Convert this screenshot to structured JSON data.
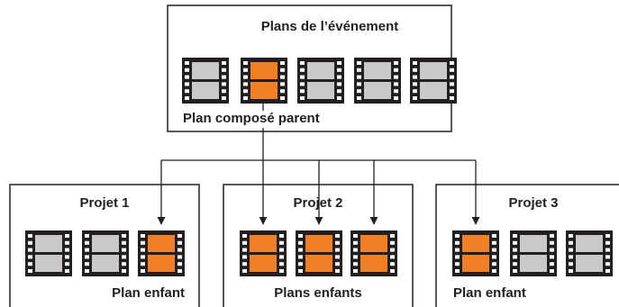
{
  "colors": {
    "frame": "#231f20",
    "clip_default": "#c9c9c9",
    "clip_highlight": "#f07f26",
    "line": "#231f20"
  },
  "event": {
    "title": "Plans de l’événement",
    "parent_label": "Plan composé parent",
    "clips": [
      "default",
      "highlight",
      "default",
      "default",
      "default"
    ]
  },
  "projects": [
    {
      "title": "Projet 1",
      "label": "Plan enfant",
      "clips": [
        "default",
        "default",
        "highlight"
      ]
    },
    {
      "title": "Projet 2",
      "label": "Plans enfants",
      "clips": [
        "highlight",
        "highlight",
        "highlight"
      ]
    },
    {
      "title": "Projet 3",
      "label": "Plan enfant",
      "clips": [
        "highlight",
        "default",
        "default"
      ]
    }
  ]
}
